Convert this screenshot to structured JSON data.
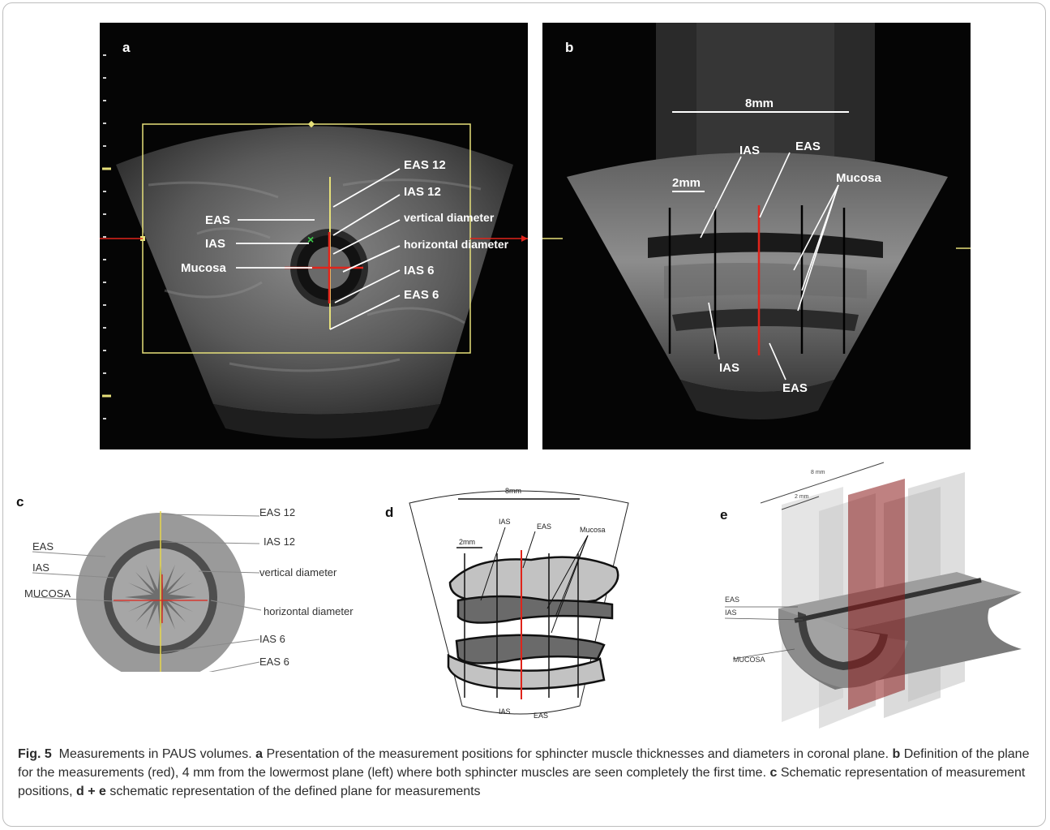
{
  "panels": {
    "a": {
      "letter": "a",
      "labels_left": [
        "EAS",
        "IAS",
        "Mucosa"
      ],
      "labels_right": [
        "EAS 12",
        "IAS 12",
        "vertical diameter",
        "horizontal diameter",
        "IAS 6",
        "EAS 6"
      ]
    },
    "b": {
      "letter": "b",
      "scale_8": "8mm",
      "scale_2": "2mm",
      "label_ias_top": "IAS",
      "label_eas_top": "EAS",
      "label_mucosa": "Mucosa",
      "label_ias_bottom": "IAS",
      "label_eas_bottom": "EAS"
    },
    "c": {
      "letter": "c",
      "labels_left": [
        "EAS",
        "IAS",
        "MUCOSA"
      ],
      "labels_right": [
        "EAS 12",
        "IAS 12",
        "vertical diameter",
        "horizontal diameter",
        "IAS 6",
        "EAS 6"
      ]
    },
    "d": {
      "letter": "d",
      "scale_8": "8mm",
      "scale_2": "2mm",
      "label_ias_top": "IAS",
      "label_eas_top": "EAS",
      "label_mucosa": "Mucosa",
      "label_ias_bottom": "IAS",
      "label_eas_bottom": "EAS"
    },
    "e": {
      "letter": "e",
      "dim_8": "8 mm",
      "dim_2": "2 mm",
      "labels": [
        "EAS",
        "IAS",
        "MUCOSA"
      ]
    }
  },
  "caption": {
    "fig_label": "Fig. 5",
    "title": "Measurements in PAUS volumes.",
    "a_letter": "a",
    "a_text": "Presentation of the measurement positions for sphincter muscle thicknesses and diameters in coronal plane.",
    "b_letter": "b",
    "b_text": "Definition of the plane for the measurements (red), 4 mm from the lowermost plane (left) where both sphincter muscles are seen completely the first time.",
    "c_letter": "c",
    "c_text": "Schematic representation of measurement positions,",
    "de_letters": "d + e",
    "de_text": "schematic representation of the defined plane for measurements"
  },
  "colors": {
    "measure_red": "#e0241b",
    "overlay_yellow": "#e6e07a",
    "ultrasound_dark": "#050505"
  }
}
